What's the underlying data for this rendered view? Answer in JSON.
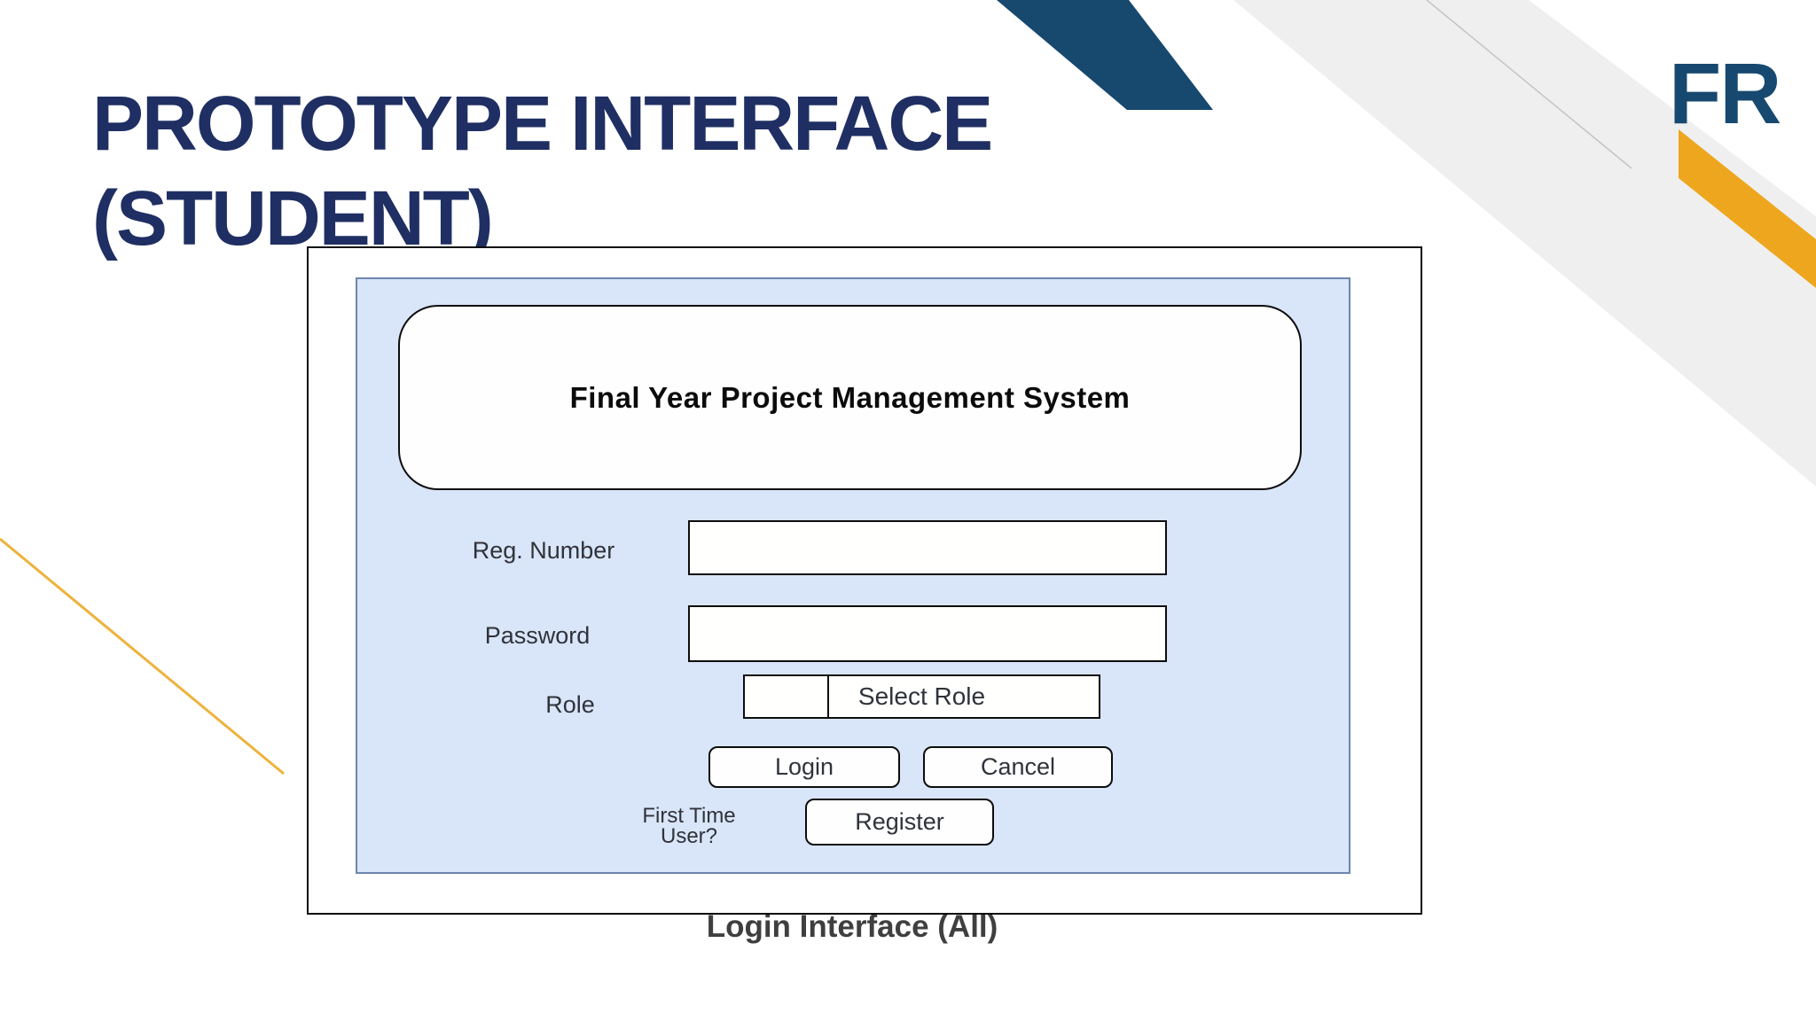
{
  "title": {
    "line1": "PROTOTYPE INTERFACE",
    "line2": "(STUDENT)"
  },
  "brand": {
    "logo_text": "FR"
  },
  "mockup": {
    "system_title": "Final Year Project Management System",
    "form": {
      "reg_label": "Reg. Number",
      "reg_value": "",
      "password_label": "Password",
      "password_value": "",
      "role_label": "Role",
      "role_selected": "Select Role",
      "login_label": "Login",
      "cancel_label": "Cancel",
      "first_time_line1": "First Time",
      "first_time_line2": "User?",
      "register_label": "Register"
    }
  },
  "caption": {
    "text": "Login Interface (All)"
  },
  "colors": {
    "c-title": "#1f2f63",
    "c-brand": "#174970",
    "c-stripe": "#17486e",
    "c-band-gray": "#efeff0",
    "c-hairline": "#c4c4c4",
    "c-gold": "#eda61d",
    "c-gold-line": "#eeb23c",
    "c-panel": "#d9e5f8",
    "c-panel-border": "#6d86ae",
    "c-ink": "#0d0d0d",
    "c-label": "#2f333a",
    "c-caption": "#3f3f3f",
    "c-bg": "#ffffff"
  }
}
